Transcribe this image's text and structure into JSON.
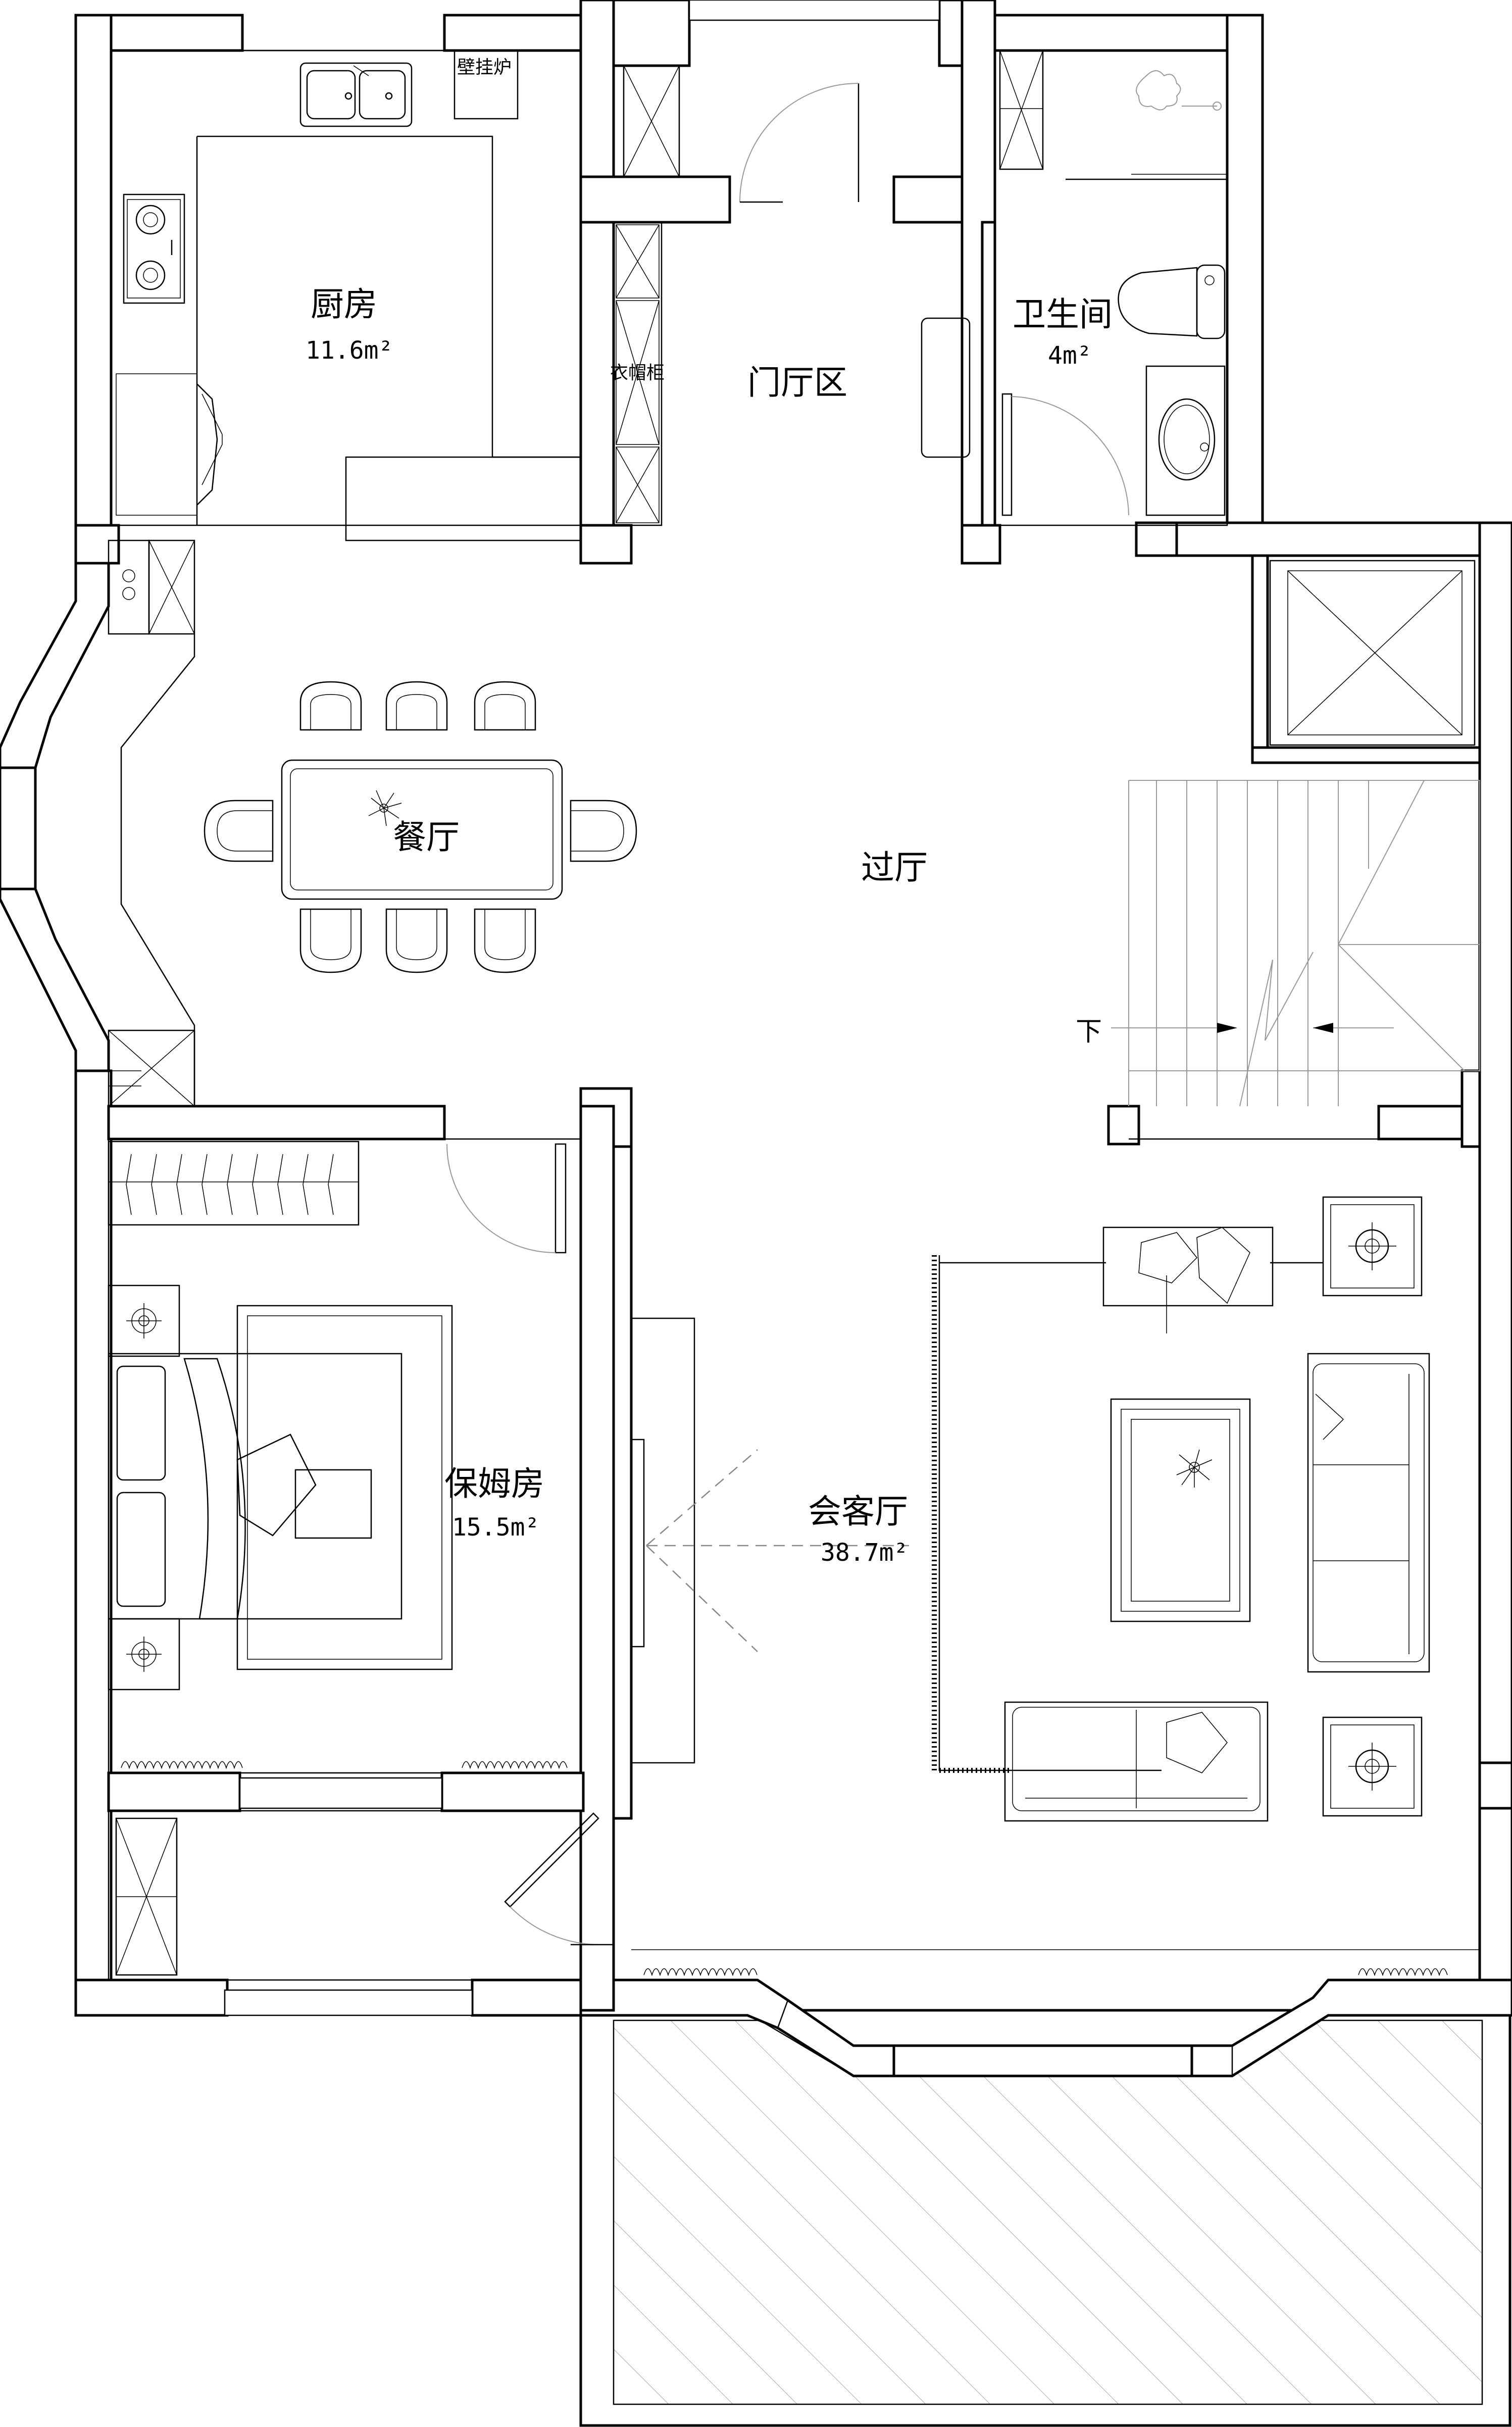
{
  "rooms": {
    "kitchen": {
      "name": "厨房",
      "area": "11.6m²"
    },
    "boiler": {
      "name": "壁挂炉"
    },
    "foyer": {
      "name": "门厅区"
    },
    "coat_cabinet": {
      "name": "衣帽柜"
    },
    "bathroom": {
      "name": "卫生间",
      "area": "4m²"
    },
    "dining": {
      "name": "餐厅"
    },
    "hall": {
      "name": "过厅"
    },
    "stairs": {
      "name": "下"
    },
    "nanny_room": {
      "name": "保姆房",
      "area": "15.5m²"
    },
    "living": {
      "name": "会客厅",
      "area": "38.7m²"
    }
  },
  "colors": {
    "line": "#000000",
    "background": "#ffffff",
    "hatch": "#aaaaaa"
  }
}
